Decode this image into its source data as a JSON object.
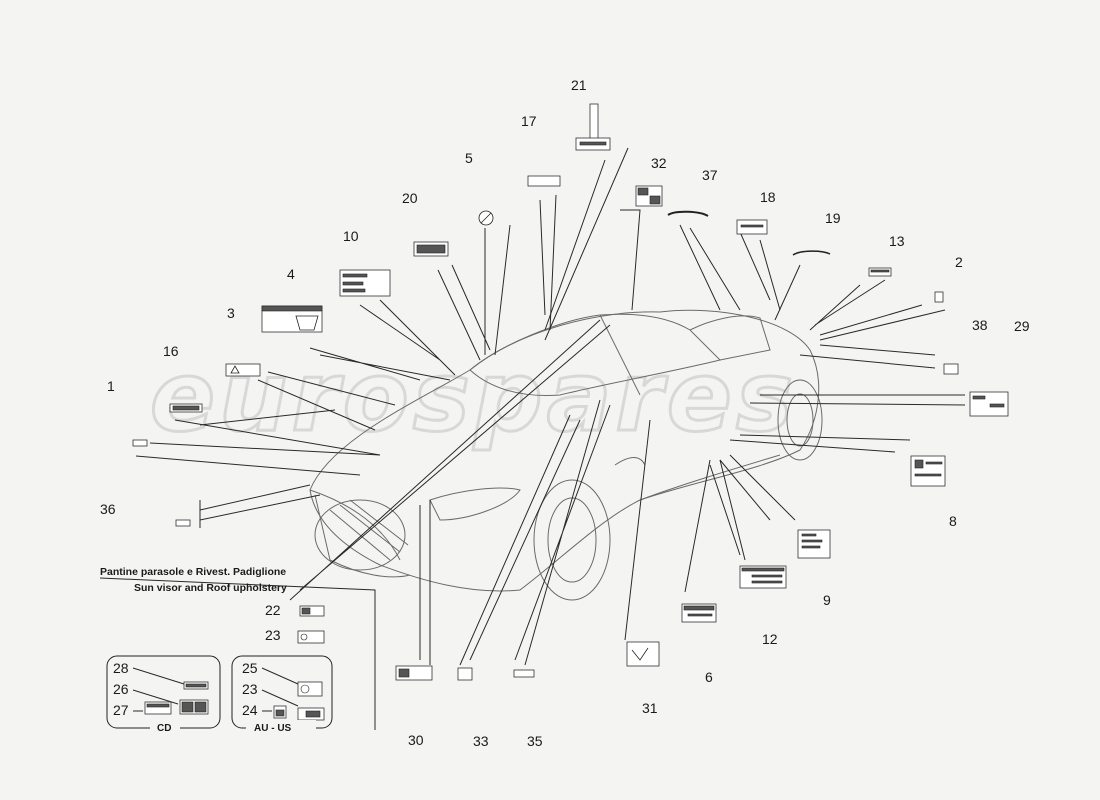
{
  "watermark": "eurospares",
  "callouts": [
    {
      "id": "c1",
      "text": "1"
    },
    {
      "id": "c2",
      "text": "2"
    },
    {
      "id": "c3",
      "text": "3"
    },
    {
      "id": "c4",
      "text": "4"
    },
    {
      "id": "c5",
      "text": "5"
    },
    {
      "id": "c6",
      "text": "6"
    },
    {
      "id": "c8",
      "text": "8"
    },
    {
      "id": "c9",
      "text": "9"
    },
    {
      "id": "c10",
      "text": "10"
    },
    {
      "id": "c12",
      "text": "12"
    },
    {
      "id": "c13",
      "text": "13"
    },
    {
      "id": "c16",
      "text": "16"
    },
    {
      "id": "c17",
      "text": "17"
    },
    {
      "id": "c18",
      "text": "18"
    },
    {
      "id": "c19",
      "text": "19"
    },
    {
      "id": "c20",
      "text": "20"
    },
    {
      "id": "c21",
      "text": "21"
    },
    {
      "id": "c29",
      "text": "29"
    },
    {
      "id": "c30",
      "text": "30"
    },
    {
      "id": "c31",
      "text": "31"
    },
    {
      "id": "c32",
      "text": "32"
    },
    {
      "id": "c33",
      "text": "33"
    },
    {
      "id": "c35",
      "text": "35"
    },
    {
      "id": "c36",
      "text": "36"
    },
    {
      "id": "c37",
      "text": "37"
    },
    {
      "id": "c38",
      "text": "38"
    }
  ],
  "sun_visor_section": {
    "title_it": "Pantine parasole e Rivest. Padiglione",
    "title_en": "Sun visor and Roof upholstery",
    "items": [
      {
        "text": "22"
      },
      {
        "text": "23"
      }
    ]
  },
  "cd_group": {
    "label": "CD",
    "items": [
      {
        "text": "28"
      },
      {
        "text": "26"
      },
      {
        "text": "27"
      }
    ]
  },
  "au_us_group": {
    "label": "AU - US",
    "items": [
      {
        "text": "25"
      },
      {
        "text": "23"
      },
      {
        "text": "24"
      }
    ]
  },
  "colors": {
    "ink": "#1a1a1a",
    "background": "#f4f4f2",
    "car_line": "#6b6b6b",
    "watermark": "#d8d8d8"
  }
}
